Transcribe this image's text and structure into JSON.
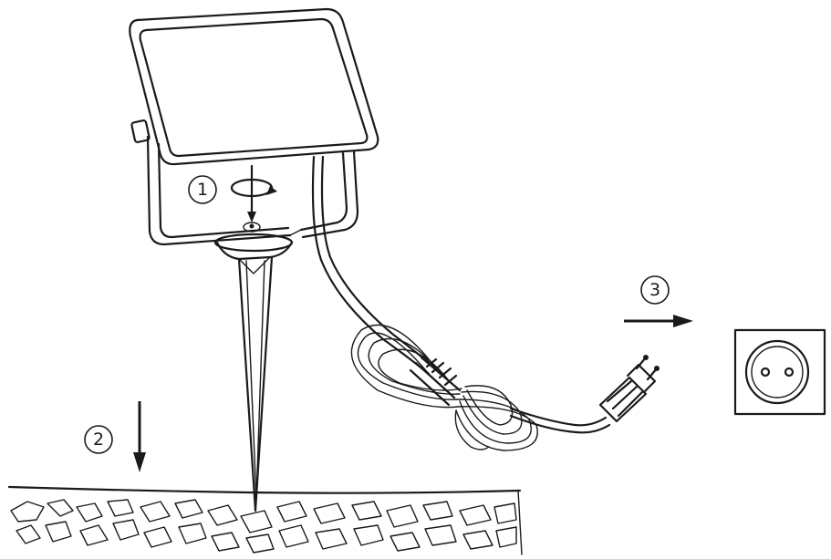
{
  "steps": [
    {
      "number": "1"
    },
    {
      "number": "2"
    },
    {
      "number": "3"
    }
  ],
  "colors": {
    "ink": "#1a1a1a",
    "background": "#ffffff"
  },
  "icons": [
    "screw-tighten-icon",
    "down-arrow-icon",
    "right-arrow-icon",
    "wall-socket-icon",
    "plug-icon"
  ]
}
